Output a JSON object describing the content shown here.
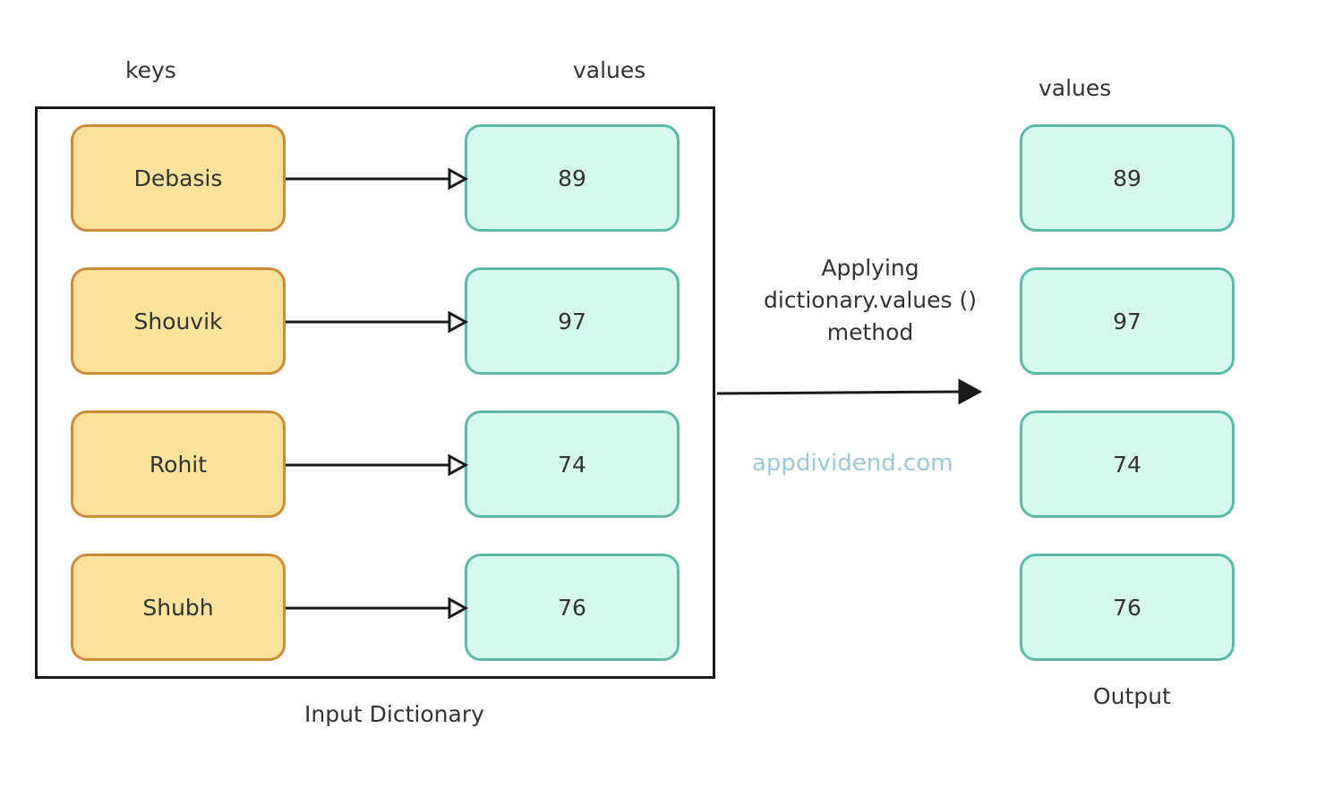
{
  "colors": {
    "key_fill": "#f9e39a",
    "key_stroke": "#cf8a3c",
    "value_fill": "#d6f8ef",
    "value_stroke": "#5bbaa8",
    "edge": "#1a1a1a",
    "watermark": "#9cc9d8"
  },
  "headers": {
    "keys": "keys",
    "values_input": "values",
    "values_output": "values"
  },
  "captions": {
    "input": "Input Dictionary",
    "output": "Output"
  },
  "method": {
    "line1": "Applying",
    "line2": "dictionary.values ()",
    "line3": "method"
  },
  "watermark": "appdividend.com",
  "input_dictionary": [
    {
      "key": "Debasis",
      "value": "89"
    },
    {
      "key": "Shouvik",
      "value": "97"
    },
    {
      "key": "Rohit",
      "value": "74"
    },
    {
      "key": "Shubh",
      "value": "76"
    }
  ],
  "output_values": [
    "89",
    "97",
    "74",
    "76"
  ]
}
